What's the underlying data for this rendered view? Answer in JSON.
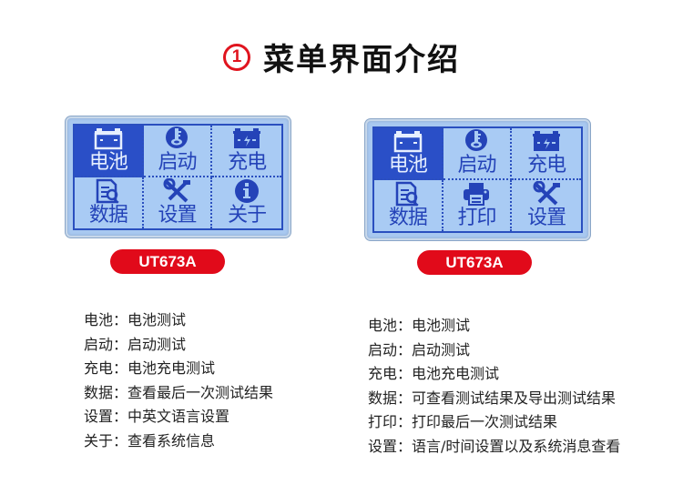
{
  "header": {
    "number": "1",
    "title": "菜单界面介绍"
  },
  "colors": {
    "accent_red": "#e10a1a",
    "lcd_bg": "#a8c8f0",
    "lcd_fg": "#2443b8",
    "lcd_selected_bg": "#2a4fc7"
  },
  "panels": [
    {
      "model": "UT673A",
      "lcd": {
        "cells": [
          {
            "label": "电池",
            "icon": "battery-icon",
            "selected": true
          },
          {
            "label": "启动",
            "icon": "key-icon",
            "selected": false
          },
          {
            "label": "充电",
            "icon": "charging-battery-icon",
            "selected": false
          },
          {
            "label": "数据",
            "icon": "data-document-icon",
            "selected": false
          },
          {
            "label": "设置",
            "icon": "wrench-screwdriver-icon",
            "selected": false
          },
          {
            "label": "关于",
            "icon": "info-icon",
            "selected": false
          }
        ]
      },
      "descriptions": [
        {
          "key": "电池：",
          "value": "电池测试"
        },
        {
          "key": "启动：",
          "value": "启动测试"
        },
        {
          "key": "充电：",
          "value": "电池充电测试"
        },
        {
          "key": "数据：",
          "value": "查看最后一次测试结果"
        },
        {
          "key": "设置：",
          "value": "中英文语言设置"
        },
        {
          "key": "关于：",
          "value": "查看系统信息"
        }
      ]
    },
    {
      "model": "UT673A",
      "lcd": {
        "cells": [
          {
            "label": "电池",
            "icon": "battery-icon",
            "selected": true
          },
          {
            "label": "启动",
            "icon": "key-icon",
            "selected": false
          },
          {
            "label": "充电",
            "icon": "charging-battery-icon",
            "selected": false
          },
          {
            "label": "数据",
            "icon": "data-document-icon",
            "selected": false
          },
          {
            "label": "打印",
            "icon": "printer-icon",
            "selected": false
          },
          {
            "label": "设置",
            "icon": "wrench-screwdriver-icon",
            "selected": false
          }
        ]
      },
      "descriptions": [
        {
          "key": "电池：",
          "value": "电池测试"
        },
        {
          "key": "启动：",
          "value": "启动测试"
        },
        {
          "key": "充电：",
          "value": "电池充电测试"
        },
        {
          "key": "数据：",
          "value": "可查看测试结果及导出测试结果"
        },
        {
          "key": "打印：",
          "value": "打印最后一次测试结果"
        },
        {
          "key": "设置：",
          "value": "语言/时间设置以及系统消息查看"
        }
      ]
    }
  ]
}
